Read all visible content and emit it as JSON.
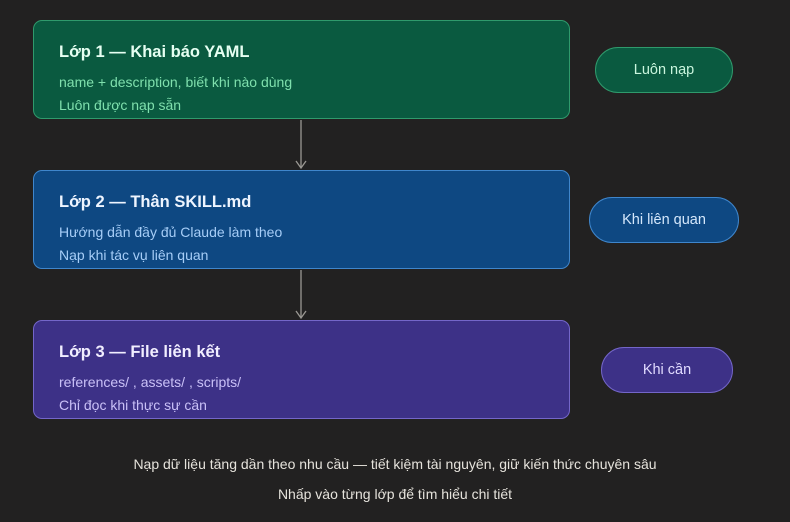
{
  "layers": [
    {
      "title": "Lớp 1 — Khai báo YAML",
      "line1": "name + description, biết khi nào dùng",
      "line2": "Luôn được nạp sẵn",
      "tag": "Luôn nạp"
    },
    {
      "title": "Lớp 2 — Thân SKILL.md",
      "line1": "Hướng dẫn đầy đủ Claude làm theo",
      "line2": "Nạp khi tác vụ liên quan",
      "tag": "Khi liên quan"
    },
    {
      "title": "Lớp 3 — File liên kết",
      "line1": "references/ , assets/ , scripts/",
      "line2": "Chỉ đọc khi thực sự cần",
      "tag": "Khi cần"
    }
  ],
  "footer": {
    "summary": "Nạp dữ liệu tăng dần theo nhu cầu — tiết kiệm tài nguyên, giữ kiến thức chuyên sâu",
    "hint": "Nhấp vào từng lớp để tìm hiểu chi tiết"
  },
  "colors": {
    "layer1": "#0a5a40",
    "layer2": "#0e4882",
    "layer3": "#3d3187",
    "background": "#222121"
  }
}
